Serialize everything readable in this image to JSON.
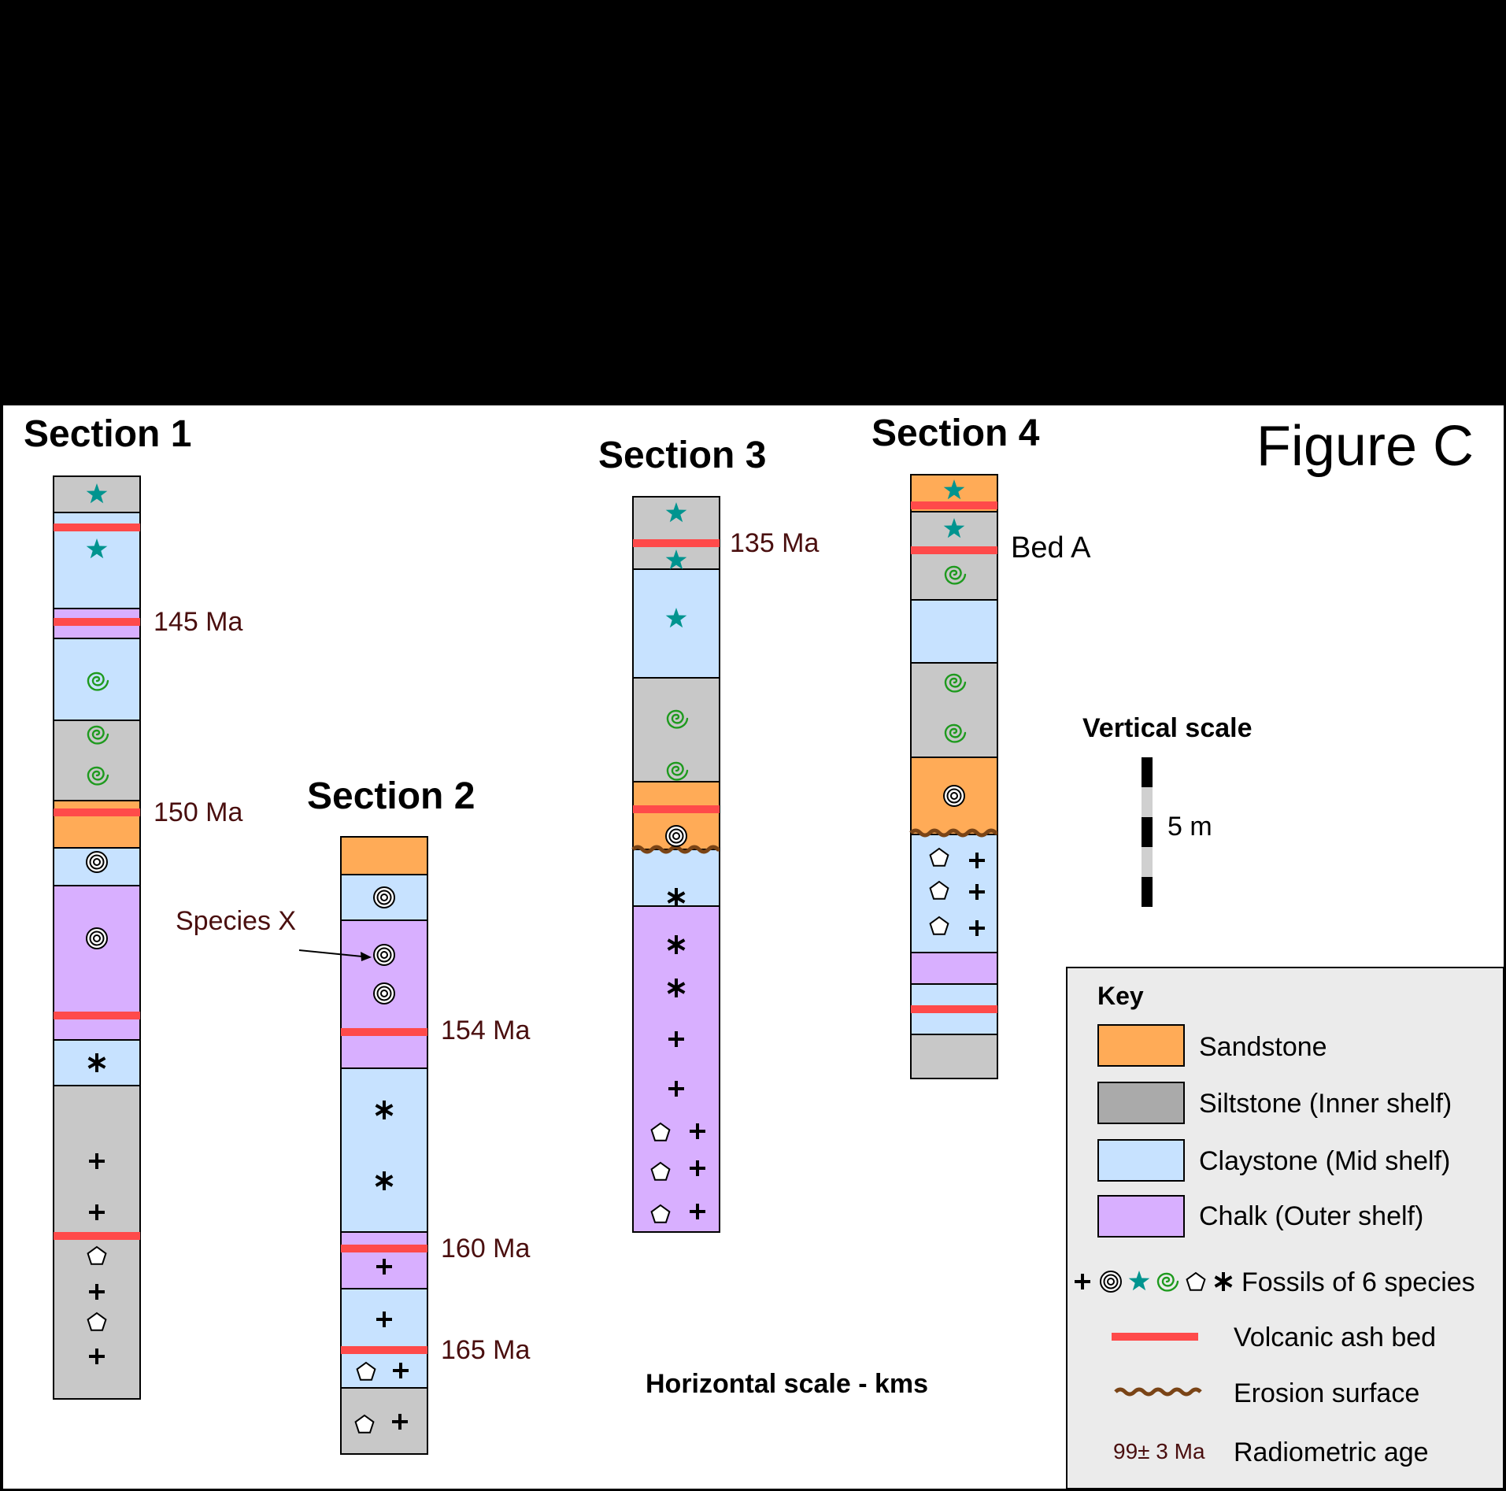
{
  "figure_title": "Figure C",
  "sections": [
    {
      "title": "Section 1",
      "ages": [
        "145 Ma",
        "150 Ma"
      ]
    },
    {
      "title": "Section 2",
      "ages": [
        "154 Ma",
        "160 Ma",
        "165 Ma"
      ],
      "annotation": "Species X"
    },
    {
      "title": "Section 3",
      "ages": [
        "135 Ma"
      ]
    },
    {
      "title": "Section 4",
      "annotation": "Bed A"
    }
  ],
  "vertical_scale": {
    "title": "Vertical scale",
    "label": "5 m"
  },
  "horizontal_scale": "Horizontal scale - kms",
  "key": {
    "title": "Key",
    "items": [
      {
        "label": "Sandstone",
        "color": "#FFAB57"
      },
      {
        "label": "Siltstone (Inner shelf)",
        "color": "#AAAAAA"
      },
      {
        "label": "Claystone (Mid shelf)",
        "color": "#C7E2FF"
      },
      {
        "label": "Chalk (Outer shelf)",
        "color": "#D8AFFF"
      }
    ],
    "fossils_label": "Fossils of 6 species",
    "ash_label": "Volcanic ash bed",
    "erosion_label": "Erosion surface",
    "age_example": "99± 3 Ma",
    "age_label": "Radiometric age"
  },
  "colors": {
    "sandstone": "#FFAB57",
    "siltstone": "#C8C8C8",
    "claystone": "#C7E2FF",
    "chalk": "#D8AFFF",
    "ash": "#FF4A4A",
    "erosion": "#7A4416",
    "age_text": "#4A0F0F",
    "star": "#00948F",
    "spiral": "#1E9A1E"
  }
}
